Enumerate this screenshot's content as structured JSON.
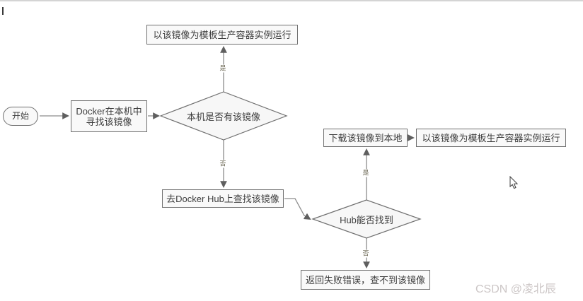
{
  "editor": {
    "caret_symbol": "|"
  },
  "flowchart": {
    "nodes": {
      "start": "开始",
      "find_local_line1": "Docker在本机中",
      "find_local_line2": "寻找该镜像",
      "local_has_image": "本机是否有该镜像",
      "run_instance_top": "以该镜像为模板生产容器实例运行",
      "search_hub": "去Docker Hub上查找该镜像",
      "hub_can_find": "Hub能否找到",
      "download_local": "下载该镜像到本地",
      "run_instance_right": "以该镜像为模板生产容器实例运行",
      "return_fail": "返回失败错误，查不到该镜像"
    },
    "edge_labels": {
      "local_yes": "是",
      "local_no": "否",
      "hub_yes": "是",
      "hub_no": "否"
    }
  },
  "watermark": {
    "text": "CSDN @凌北辰"
  },
  "colors": {
    "node_fill": "#f9f9f9",
    "node_border": "#707070",
    "edge": "#8c8c8c",
    "arrowhead": "#5f5f5f",
    "edge_label": "#6b6753",
    "text": "#3d3d3d",
    "watermark": "#ccc6c6",
    "topline": "#d4d4d4"
  }
}
